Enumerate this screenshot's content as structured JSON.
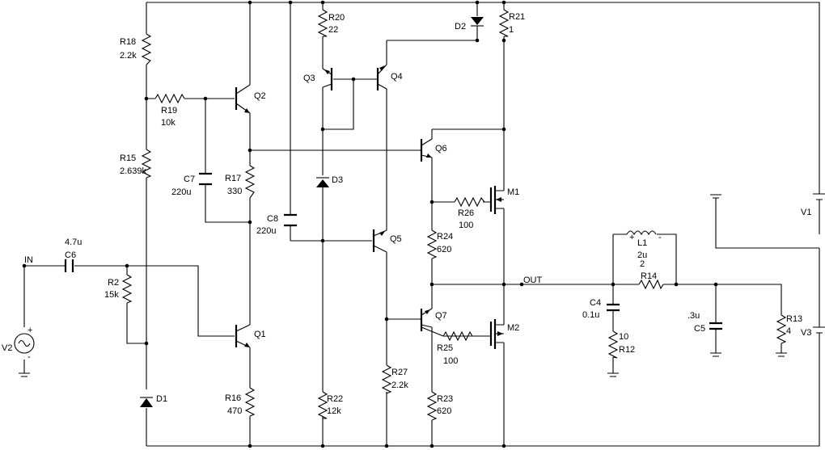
{
  "components": {
    "R18": {
      "ref": "R18",
      "value": "2.2k"
    },
    "R19": {
      "ref": "R19",
      "value": "10k"
    },
    "R15": {
      "ref": "R15",
      "value": "2.639k"
    },
    "C7": {
      "ref": "C7",
      "value": "220u"
    },
    "R17": {
      "ref": "R17",
      "value": "330"
    },
    "Q2": {
      "ref": "Q2"
    },
    "R20": {
      "ref": "R20",
      "value": "22"
    },
    "Q3": {
      "ref": "Q3"
    },
    "Q4": {
      "ref": "Q4"
    },
    "D2": {
      "ref": "D2"
    },
    "R21": {
      "ref": "R21",
      "value": "1"
    },
    "D3": {
      "ref": "D3"
    },
    "C8": {
      "ref": "C8",
      "value": "220u"
    },
    "Q6": {
      "ref": "Q6"
    },
    "Q5": {
      "ref": "Q5"
    },
    "M1": {
      "ref": "M1"
    },
    "R26": {
      "ref": "R26",
      "value": "100"
    },
    "R24": {
      "ref": "R24",
      "value": "620"
    },
    "C6": {
      "ref": "C6",
      "value": "4.7u"
    },
    "R2": {
      "ref": "R2",
      "value": "15k"
    },
    "Q1": {
      "ref": "Q1"
    },
    "Q7": {
      "ref": "Q7"
    },
    "M2": {
      "ref": "M2"
    },
    "R25": {
      "ref": "R25",
      "value": "100"
    },
    "R27": {
      "ref": "R27",
      "value": "2.2k"
    },
    "R23": {
      "ref": "R23",
      "value": "620"
    },
    "R16": {
      "ref": "R16",
      "value": "470"
    },
    "R22": {
      "ref": "R22",
      "value": "12k"
    },
    "D1": {
      "ref": "D1"
    },
    "V2": {
      "ref": "V2"
    },
    "L1": {
      "ref": "L1",
      "value": "2u",
      "value2": "2"
    },
    "R14": {
      "ref": "R14"
    },
    "C4": {
      "ref": "C4",
      "value": "0.1u"
    },
    "R12": {
      "ref": "R12",
      "value": "10"
    },
    "C5": {
      "ref": "C5",
      "value": ".3u"
    },
    "R13": {
      "ref": "R13",
      "value": "4"
    },
    "V1": {
      "ref": "V1"
    },
    "V3": {
      "ref": "V3"
    }
  },
  "nets": {
    "in": "IN",
    "out": "OUT"
  },
  "polarity": {
    "plus": "+",
    "minus": "-"
  }
}
